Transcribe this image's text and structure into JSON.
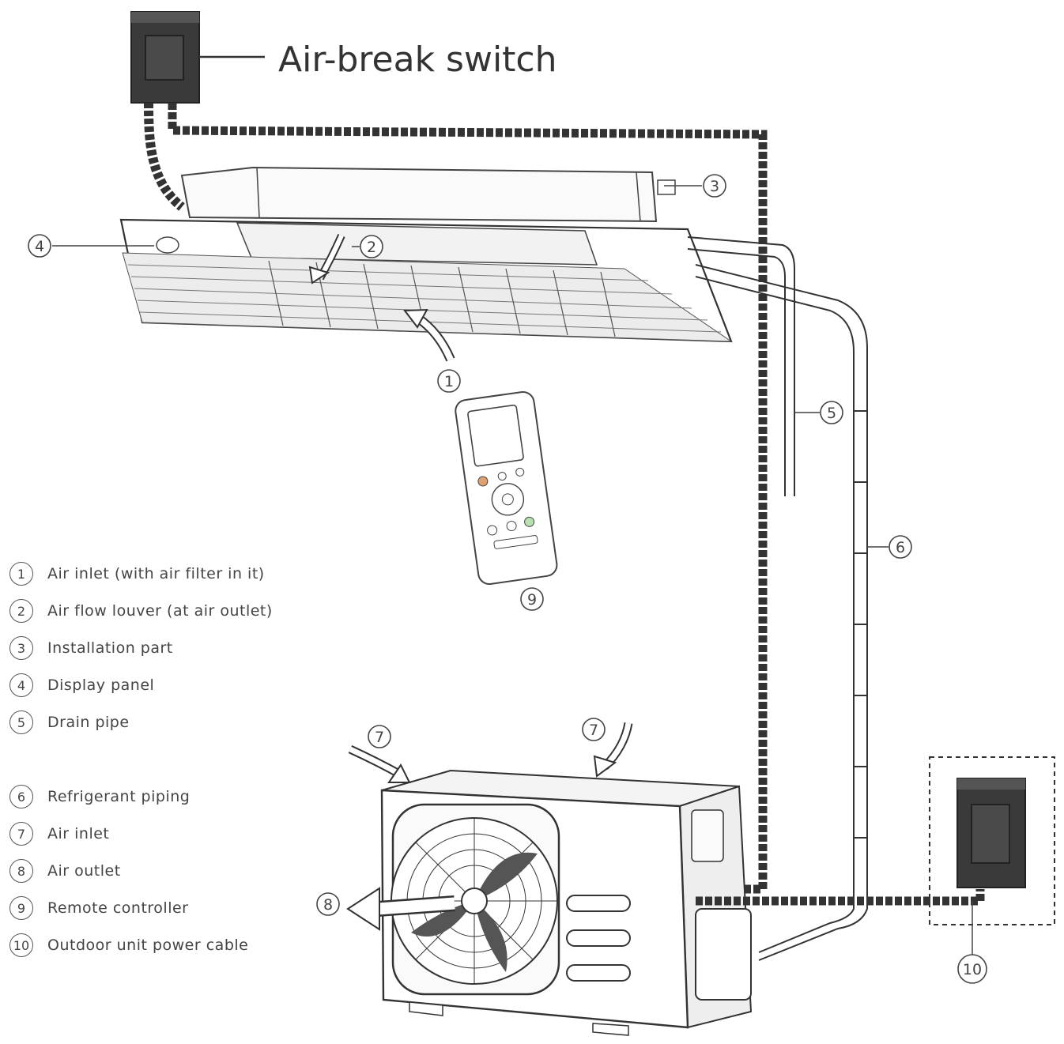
{
  "title": "Air-break switch",
  "callouts": {
    "c1": "1",
    "c2": "2",
    "c3": "3",
    "c4": "4",
    "c5": "5",
    "c6": "6",
    "c7a": "7",
    "c7b": "7",
    "c8": "8",
    "c9": "9",
    "c10": "10"
  },
  "legend": [
    {
      "num": "1",
      "label": "Air inlet (with air filter in it)"
    },
    {
      "num": "2",
      "label": "Air flow louver (at air outlet)"
    },
    {
      "num": "3",
      "label": "Installation part"
    },
    {
      "num": "4",
      "label": "Display panel"
    },
    {
      "num": "5",
      "label": "Drain pipe"
    },
    {
      "num": "6",
      "label": "Refrigerant piping"
    },
    {
      "num": "7",
      "label": "Air inlet"
    },
    {
      "num": "8",
      "label": "Air outlet"
    },
    {
      "num": "9",
      "label": "Remote controller"
    },
    {
      "num": "10",
      "label": "Outdoor unit power cable"
    }
  ]
}
